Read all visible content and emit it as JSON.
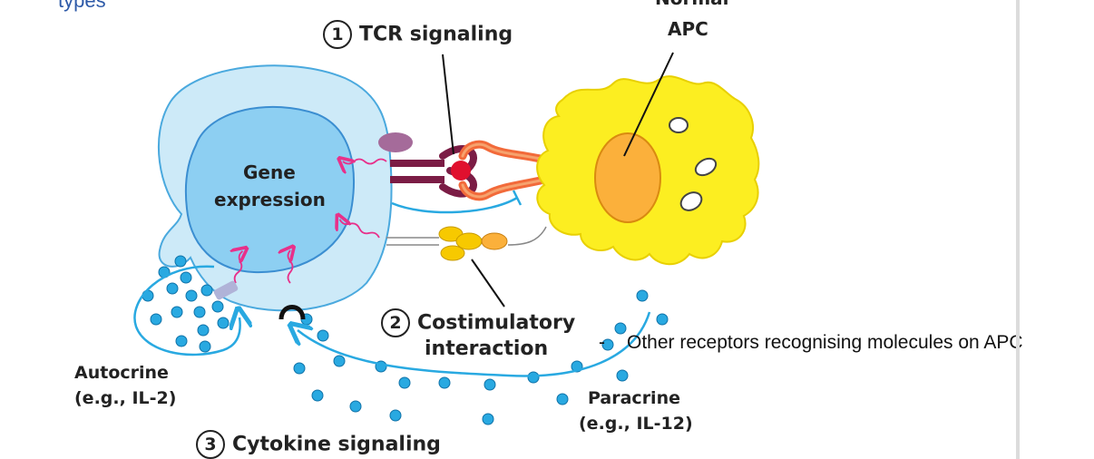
{
  "heading_fragment": "types",
  "labels": {
    "normal_apc_line1": "Normal",
    "normal_apc_line2": "APC",
    "gene_expression_line1": "Gene",
    "gene_expression_line2": "expression",
    "autocrine_line1": "Autocrine",
    "autocrine_line2": "(e.g., IL-2)",
    "paracrine_line1": "Paracrine",
    "paracrine_line2": "(e.g., IL-12)"
  },
  "steps": [
    {
      "number": "1",
      "title": "TCR signaling"
    },
    {
      "number": "2",
      "title_line1": "Costimulatory",
      "title_line2": "interaction"
    },
    {
      "number": "3",
      "title": "Cytokine signaling"
    }
  ],
  "caption": {
    "dash": "-",
    "text": "Other receptors recognising molecules on APC"
  },
  "colors": {
    "t_cell": "#cdeaf8",
    "nucleus": "#8dcff2",
    "apc": "#fcee21",
    "apc_nucleus": "#fbb03b",
    "cytokine": "#29a9e1",
    "tcr": "#7b1c45",
    "mhc": "#f26a3a",
    "signal_arrow": "#e8308a"
  }
}
